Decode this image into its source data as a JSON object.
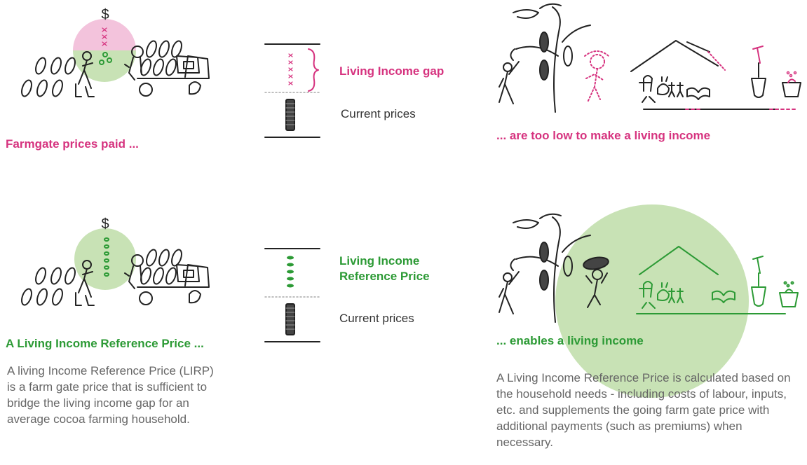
{
  "colors": {
    "pink": "#d6337f",
    "green": "#2c9a35",
    "light_green": "#c8e2b5",
    "light_pink": "#f3c3dc",
    "ink": "#222222"
  },
  "row1": {
    "caption_left": "Farmgate prices paid ...",
    "gap_label": "Living Income gap",
    "current_prices": "Current prices",
    "caption_right": "... are too low to make a living income"
  },
  "row2": {
    "caption_left": "A Living Income Reference Price ...",
    "lirp_label_line1": "Living Income",
    "lirp_label_line2": "Reference Price",
    "current_prices": "Current prices",
    "caption_right": "... enables a living income",
    "paragraph_left": "A living Income Reference Price (LIRP) is a farm gate price that is sufficient to bridge the living income gap for an average cocoa farming household.",
    "paragraph_right": "A Living Income Reference Price is calculated based on the household needs - including costs of labour, inputs, etc. and supplements the going farm gate price with additional payments (such as premiums) when necessary."
  },
  "icons": {
    "dollar_sign": "$",
    "gap_marker": "×"
  }
}
